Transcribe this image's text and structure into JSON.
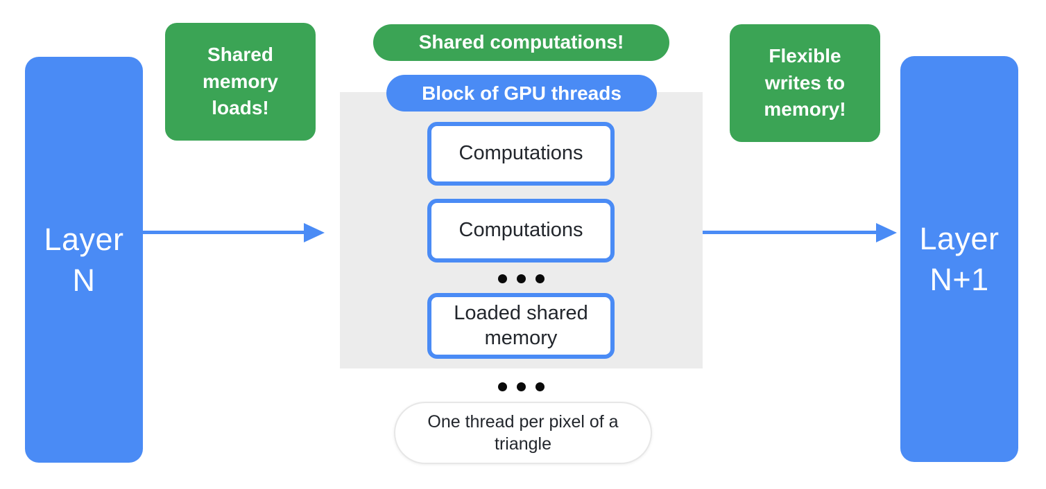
{
  "colors": {
    "blue": "#4a8bf5",
    "green": "#3ba455",
    "panel_gray": "#ececec",
    "dark_text": "#22262c"
  },
  "layer_left": {
    "line1": "Layer",
    "line2": "N"
  },
  "layer_right": {
    "line1": "Layer",
    "line2": "N+1"
  },
  "callouts": {
    "shared_memory_loads": "Shared memory loads!",
    "shared_computations": "Shared computations!",
    "flexible_writes": "Flexible writes to memory!"
  },
  "gpu_block": {
    "title": "Block of GPU threads",
    "boxes": [
      {
        "label": "Computations"
      },
      {
        "label": "Computations"
      },
      {
        "label": "Loaded shared memory"
      }
    ]
  },
  "footer_note": "One thread per pixel of a triangle"
}
